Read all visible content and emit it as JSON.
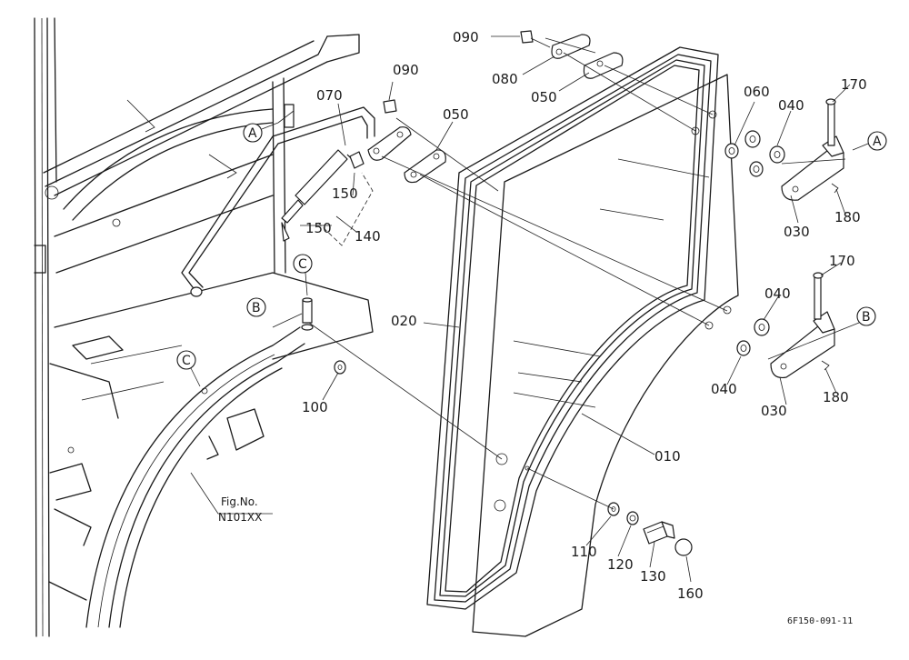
{
  "part_labels": [
    {
      "id": "p090a",
      "text": "090"
    },
    {
      "id": "p080",
      "text": "080"
    },
    {
      "id": "p050a",
      "text": "050"
    },
    {
      "id": "p090b",
      "text": "090"
    },
    {
      "id": "p070",
      "text": "070"
    },
    {
      "id": "p050b",
      "text": "050"
    },
    {
      "id": "p150a",
      "text": "150"
    },
    {
      "id": "p150b",
      "text": "150"
    },
    {
      "id": "p140",
      "text": "140"
    },
    {
      "id": "p060",
      "text": "060"
    },
    {
      "id": "p040a",
      "text": "040"
    },
    {
      "id": "p170a",
      "text": "170"
    },
    {
      "id": "p030a",
      "text": "030"
    },
    {
      "id": "p180a",
      "text": "180"
    },
    {
      "id": "p170b",
      "text": "170"
    },
    {
      "id": "p040b",
      "text": "040"
    },
    {
      "id": "p040c",
      "text": "040"
    },
    {
      "id": "p030b",
      "text": "030"
    },
    {
      "id": "p180b",
      "text": "180"
    },
    {
      "id": "p020",
      "text": "020"
    },
    {
      "id": "p010",
      "text": "010"
    },
    {
      "id": "p100",
      "text": "100"
    },
    {
      "id": "p110",
      "text": "110"
    },
    {
      "id": "p120",
      "text": "120"
    },
    {
      "id": "p130",
      "text": "130"
    },
    {
      "id": "p160",
      "text": "160"
    }
  ],
  "callouts": [
    {
      "id": "cA1",
      "text": "A"
    },
    {
      "id": "cA2",
      "text": "A"
    },
    {
      "id": "cB1",
      "text": "B"
    },
    {
      "id": "cB2",
      "text": "B"
    },
    {
      "id": "cC1",
      "text": "C"
    },
    {
      "id": "cC2",
      "text": "C"
    }
  ],
  "fig_ref": {
    "line1": "Fig.No.",
    "line2": "N101XX"
  },
  "drawing_code": "6F150-091-11"
}
